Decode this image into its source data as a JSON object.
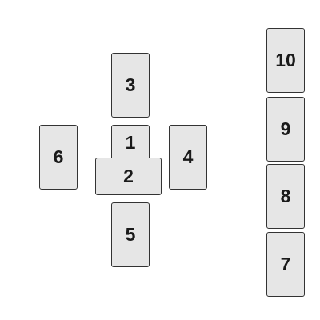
{
  "cards": {
    "c1": "1",
    "c2": "2",
    "c3": "3",
    "c4": "4",
    "c5": "5",
    "c6": "6",
    "c7": "7",
    "c8": "8",
    "c9": "9",
    "c10": "10"
  },
  "colors": {
    "card_fill": "#e6e6e6",
    "card_border": "#333333",
    "text": "#1a1a1a"
  }
}
